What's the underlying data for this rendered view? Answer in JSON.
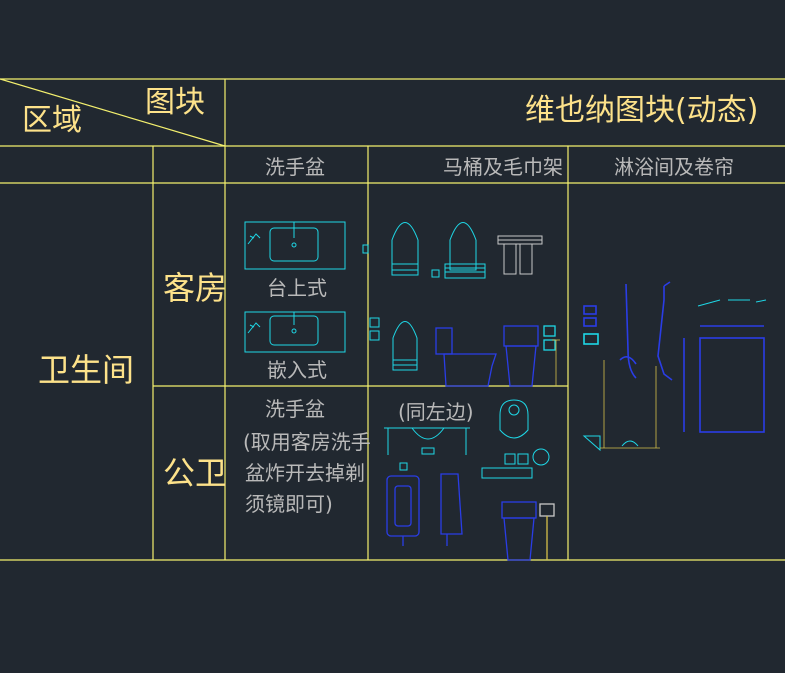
{
  "header": {
    "region_label": "区域",
    "block_label": "图块",
    "title": "维也纳图块(动态)"
  },
  "columns": {
    "basin": "洗手盆",
    "toilet_towel": "马桶及毛巾架",
    "shower_curtain": "淋浴间及卷帘"
  },
  "rows": {
    "bathroom": "卫生间",
    "guest_room": "客房",
    "public": "公卫"
  },
  "basin_cells": {
    "countertop": "台上式",
    "undercounter": "嵌入式"
  },
  "public_basin": {
    "title": "洗手盆",
    "note_lines": [
      "(取用客房洗手",
      "盆炸开去掉剃",
      "须镜即可)"
    ],
    "same_as_left": "(同左边)"
  },
  "colors": {
    "background": "#212830",
    "grid": "#f4f06e",
    "label_yellow": "#fde28a",
    "label_gray": "#b9b9b9",
    "fixture_cyan": "#1ed7e6",
    "fixture_blue": "#2a3de6",
    "dim_yellow": "#d6c04a"
  }
}
